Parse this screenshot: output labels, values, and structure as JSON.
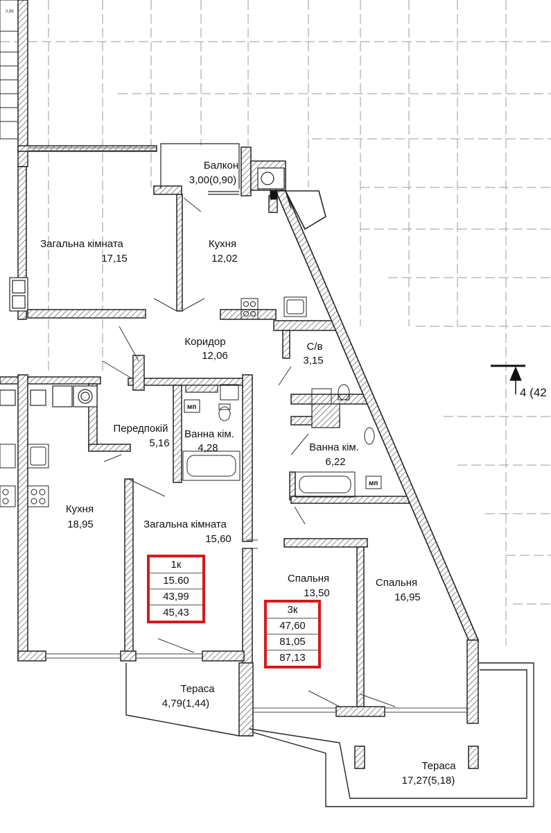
{
  "rooms": {
    "balcony": {
      "name": "Балкон",
      "area": "3,00(0,90)"
    },
    "living_top": {
      "name": "Загальна кімната",
      "area": "17,15"
    },
    "kitchen_top": {
      "name": "Кухня",
      "area": "12,02"
    },
    "corridor": {
      "name": "Коридор",
      "area": "12,06"
    },
    "wc": {
      "name": "С/в",
      "area": "3,15"
    },
    "hall": {
      "name": "Передпокій",
      "area": "5,16"
    },
    "bath_left": {
      "name": "Ванна кім.",
      "area": "4,28"
    },
    "bath_right": {
      "name": "Ванна кім.",
      "area": "6,22"
    },
    "kitchen_left": {
      "name": "Кухня",
      "area": "18,95"
    },
    "living_mid": {
      "name": "Загальна кімната",
      "area": "15,60"
    },
    "bedroom_1": {
      "name": "Спальня",
      "area": "13,50"
    },
    "bedroom_2": {
      "name": "Спальня",
      "area": "16,95"
    },
    "terrace_small": {
      "name": "Тераса",
      "area": "4,79(1,44)"
    },
    "terrace_large": {
      "name": "Тераса",
      "area": "17,27(5,18)"
    }
  },
  "apartments": {
    "one_room": [
      "1к",
      "15.60",
      "43,99",
      "45,43"
    ],
    "three_room": [
      "3к",
      "47,60",
      "81,05",
      "87,13"
    ]
  },
  "marks": {
    "section": "4 (42",
    "mp_left": "мп",
    "mp_right": "мп",
    "level": "3,88"
  },
  "colors": {
    "wall": "#222222",
    "hatch": "#555555",
    "accent": "#d7191c",
    "grid": "#9a9a9a"
  }
}
